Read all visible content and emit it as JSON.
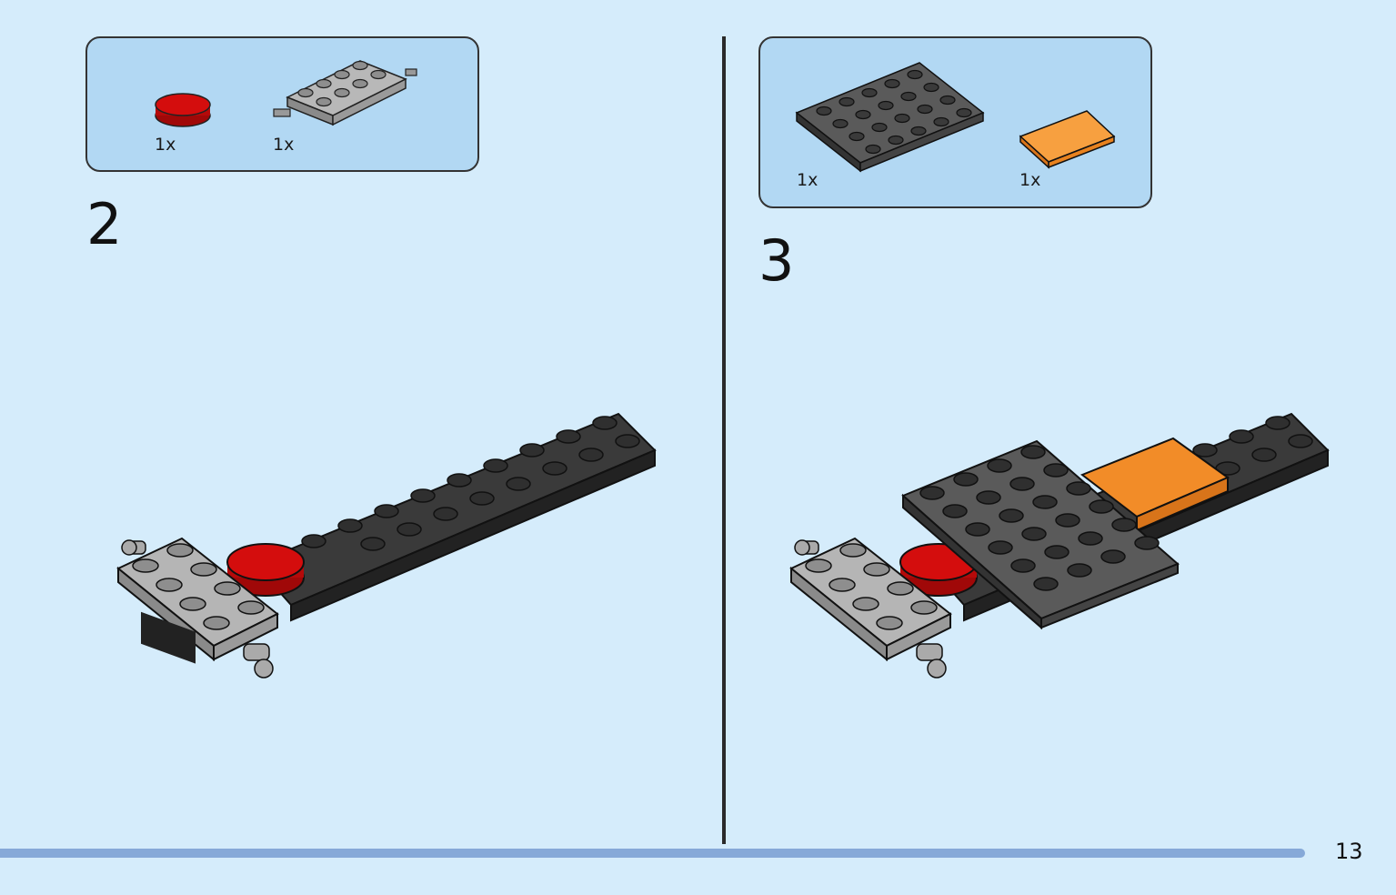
{
  "steps": [
    {
      "number": "2",
      "parts": [
        {
          "qty": "1x",
          "part": "red round tile",
          "color": "#d40d0d"
        },
        {
          "qty": "1x",
          "part": "light gray plate with pins",
          "color": "#a0a0a0"
        }
      ]
    },
    {
      "number": "3",
      "parts": [
        {
          "qty": "1x",
          "part": "dark gray plate",
          "color": "#4a4a4a"
        },
        {
          "qty": "1x",
          "part": "orange tile",
          "color": "#f28c28"
        }
      ]
    }
  ],
  "page_number": "13",
  "colors": {
    "background": "#d5ecfb",
    "parts_box": "#b2d8f3",
    "footer_bar": "#86a9d8",
    "black_plate": "#2d2d2d",
    "dark_gray_plate": "#4a4a4a",
    "light_gray": "#a0a0a0",
    "red": "#d40d0d",
    "orange": "#f28c28"
  }
}
